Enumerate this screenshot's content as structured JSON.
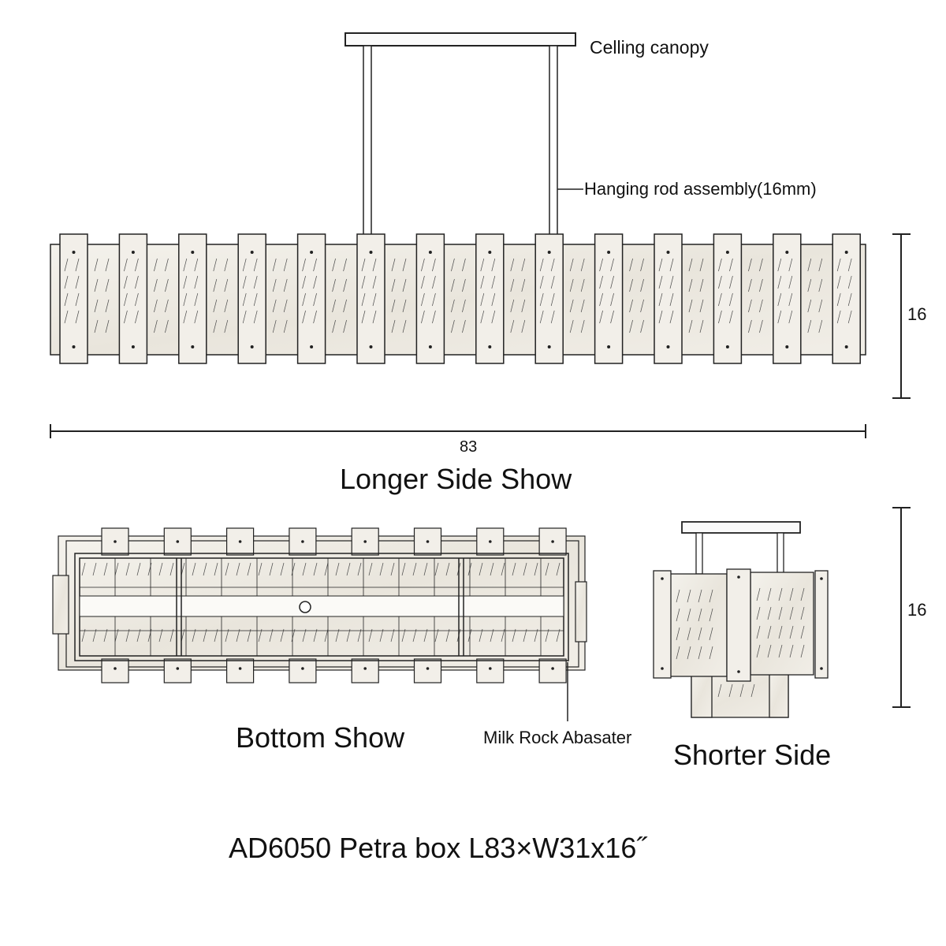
{
  "labels": {
    "canopy": "Celling canopy",
    "rod": "Hanging rod assembly(16mm)",
    "length": "83",
    "height_long": "16",
    "height_short": "16",
    "longer_side": "Longer Side Show",
    "bottom": "Bottom Show",
    "material": "Milk Rock Abasater",
    "shorter_side": "Shorter Side",
    "title": "AD6050 Petra box L83×W31x16˝"
  },
  "colors": {
    "line": "#222222",
    "stone": "#ece9e2",
    "stone_light": "#f5f3ee",
    "vein": "#d8d2c6"
  }
}
